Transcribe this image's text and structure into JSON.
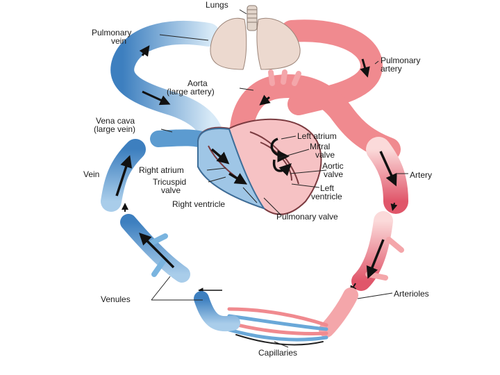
{
  "colors": {
    "oxygenated": "#f08a8f",
    "oxygenated_dark": "#e0566a",
    "oxygenated_light": "#fbdada",
    "deoxygenated": "#6aa8d8",
    "deoxygenated_dark": "#3d7fbf",
    "deoxygenated_light": "#d8eaf7",
    "lung_tissue": "#ecd9cf",
    "arrow": "#111111"
  },
  "icons": [
    "flow-arrow-icon"
  ],
  "labels": {
    "lungs": "Lungs",
    "pulmonary_vein_1": "Pulmonary",
    "pulmonary_vein_2": "vein",
    "pulmonary_artery_1": "Pulmonary",
    "pulmonary_artery_2": "artery",
    "aorta_1": "Aorta",
    "aorta_2": "(large artery)",
    "vena_cava_1": "Vena cava",
    "vena_cava_2": "(large vein)",
    "left_atrium": "Left atrium",
    "mitral_valve_1": "Mitral",
    "mitral_valve_2": "valve",
    "aortic_valve_1": "Aortic",
    "aortic_valve_2": "valve",
    "left_ventricle_1": "Left",
    "left_ventricle_2": "ventricle",
    "vein": "Vein",
    "right_atrium": "Right atrium",
    "tricuspid_valve_1": "Tricuspid",
    "tricuspid_valve_2": "valve",
    "right_ventricle": "Right ventricle",
    "pulmonary_valve": "Pulmonary valve",
    "artery": "Artery",
    "venules": "Venules",
    "arterioles": "Arterioles",
    "capillaries": "Capillaries"
  }
}
